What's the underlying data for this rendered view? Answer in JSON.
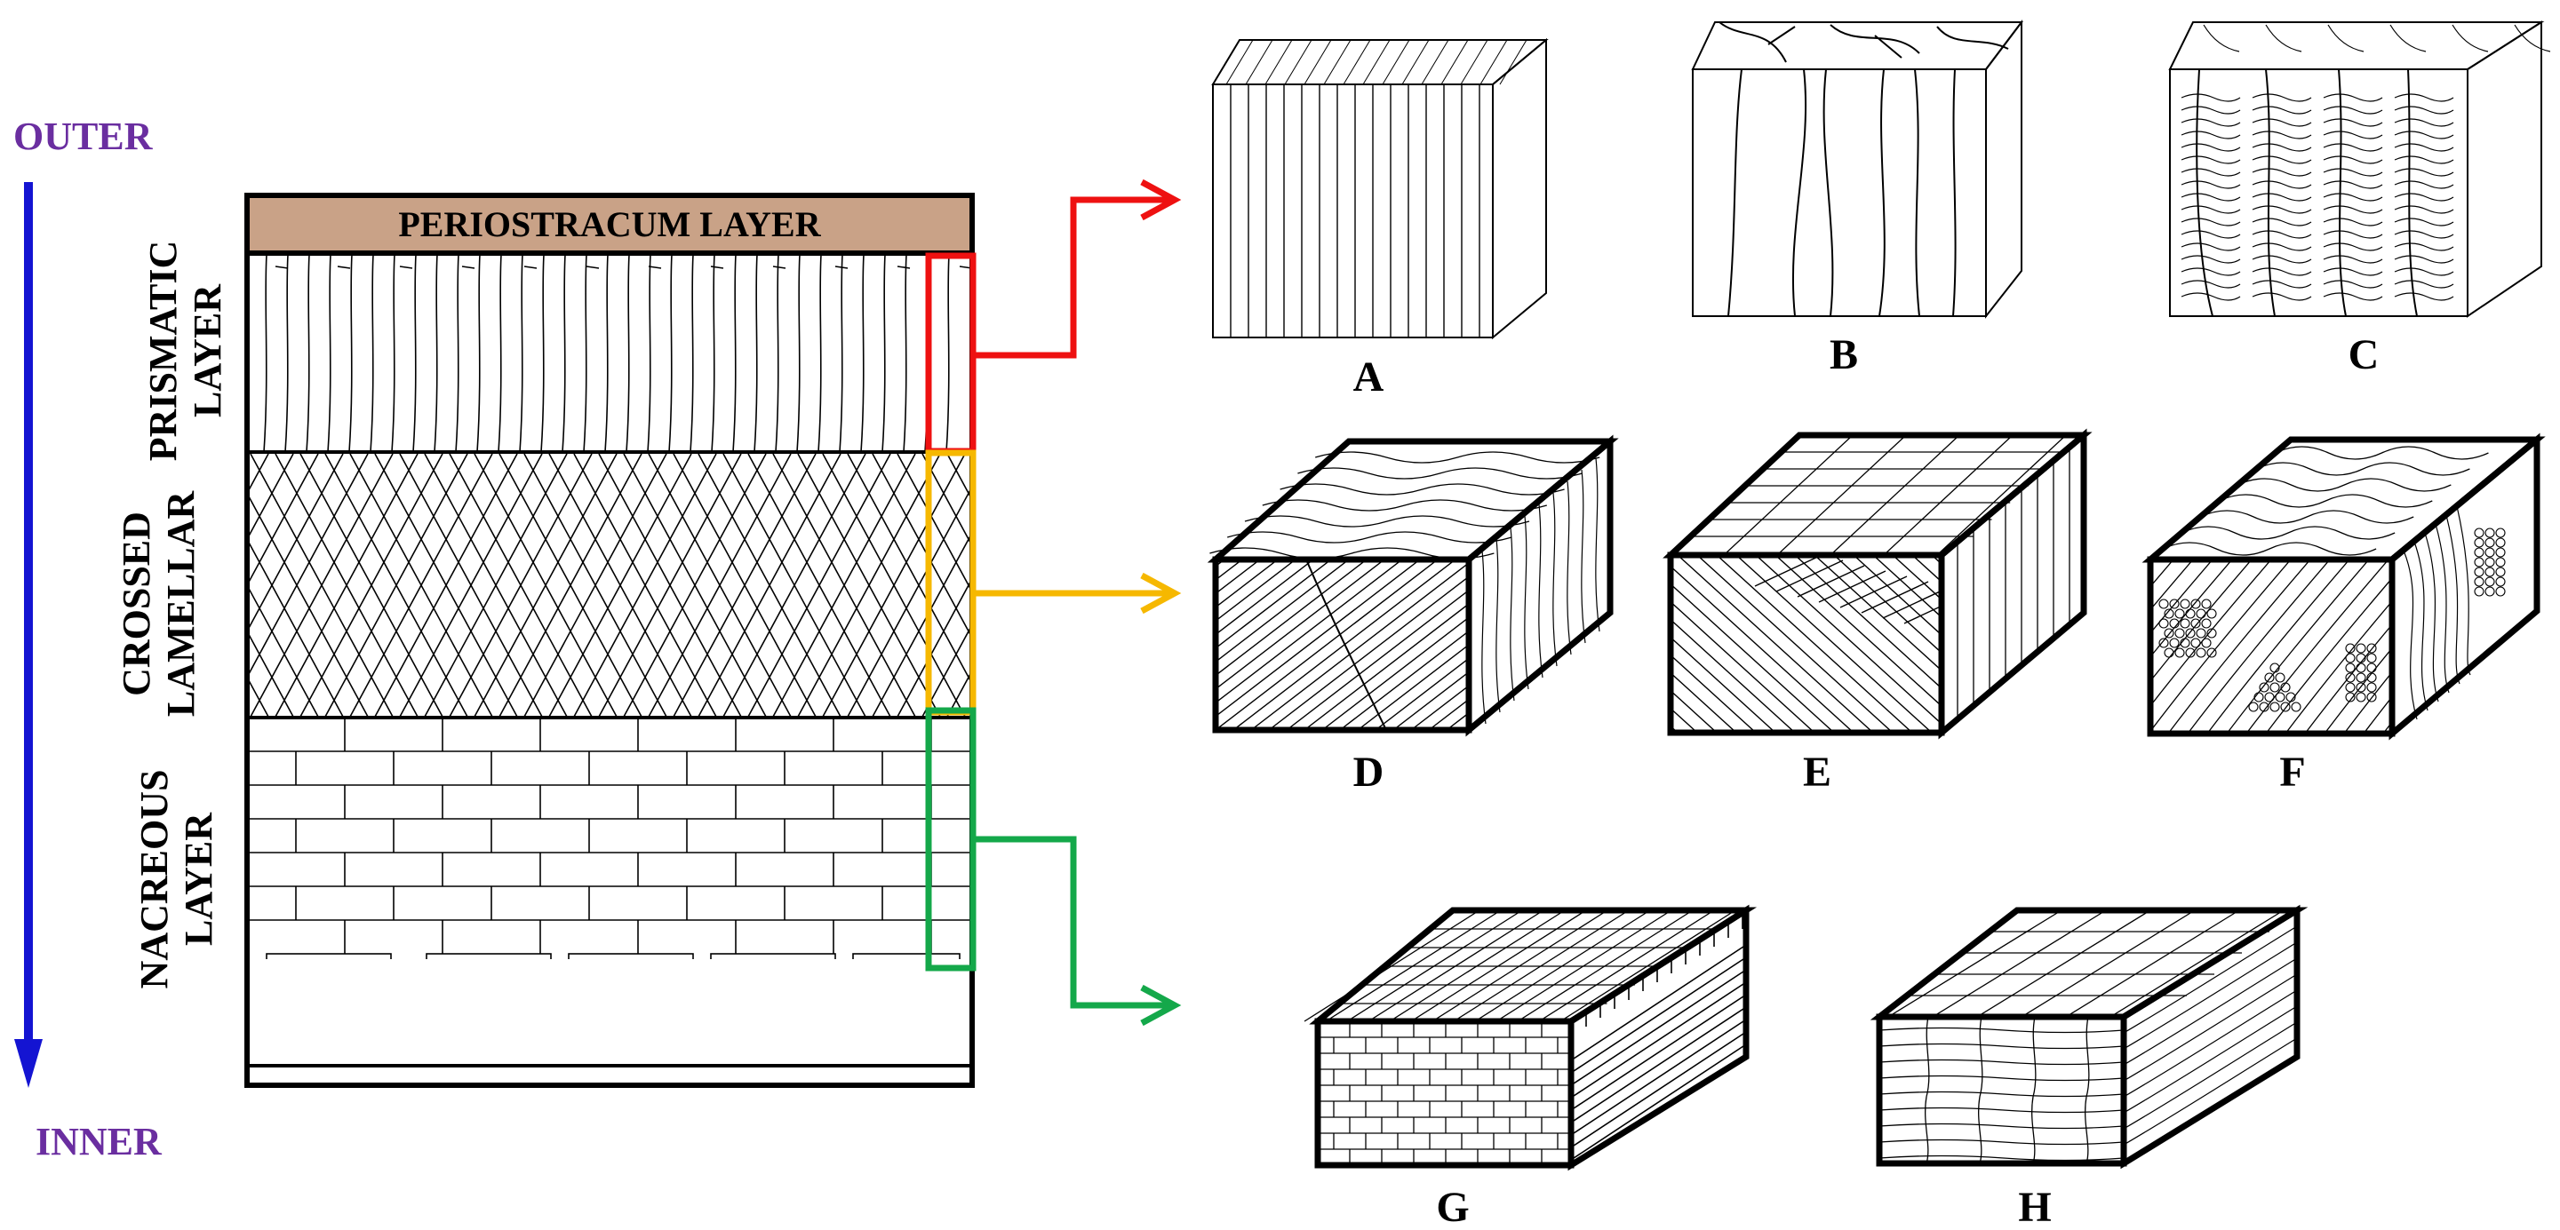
{
  "axis": {
    "outer_label": "OUTER",
    "inner_label": "INNER",
    "arrow_color": "#1414d2",
    "label_color": "#6a2ea0"
  },
  "layers": {
    "periostracum": "PERIOSTRACUM  LAYER",
    "prismatic": [
      "PRISMATIC",
      "LAYER"
    ],
    "crossed": [
      "CROSSED",
      "LAMELLAR"
    ],
    "nacreous": [
      "NACREOUS",
      "LAYER"
    ],
    "periostracum_color": "#c9a287"
  },
  "callouts": {
    "prismatic_color": "#ee1111",
    "crossed_color": "#f6b800",
    "nacreous_color": "#14a84a"
  },
  "panels": {
    "A": "A",
    "B": "B",
    "C": "C",
    "D": "D",
    "E": "E",
    "F": "F",
    "G": "G",
    "H": "H"
  }
}
